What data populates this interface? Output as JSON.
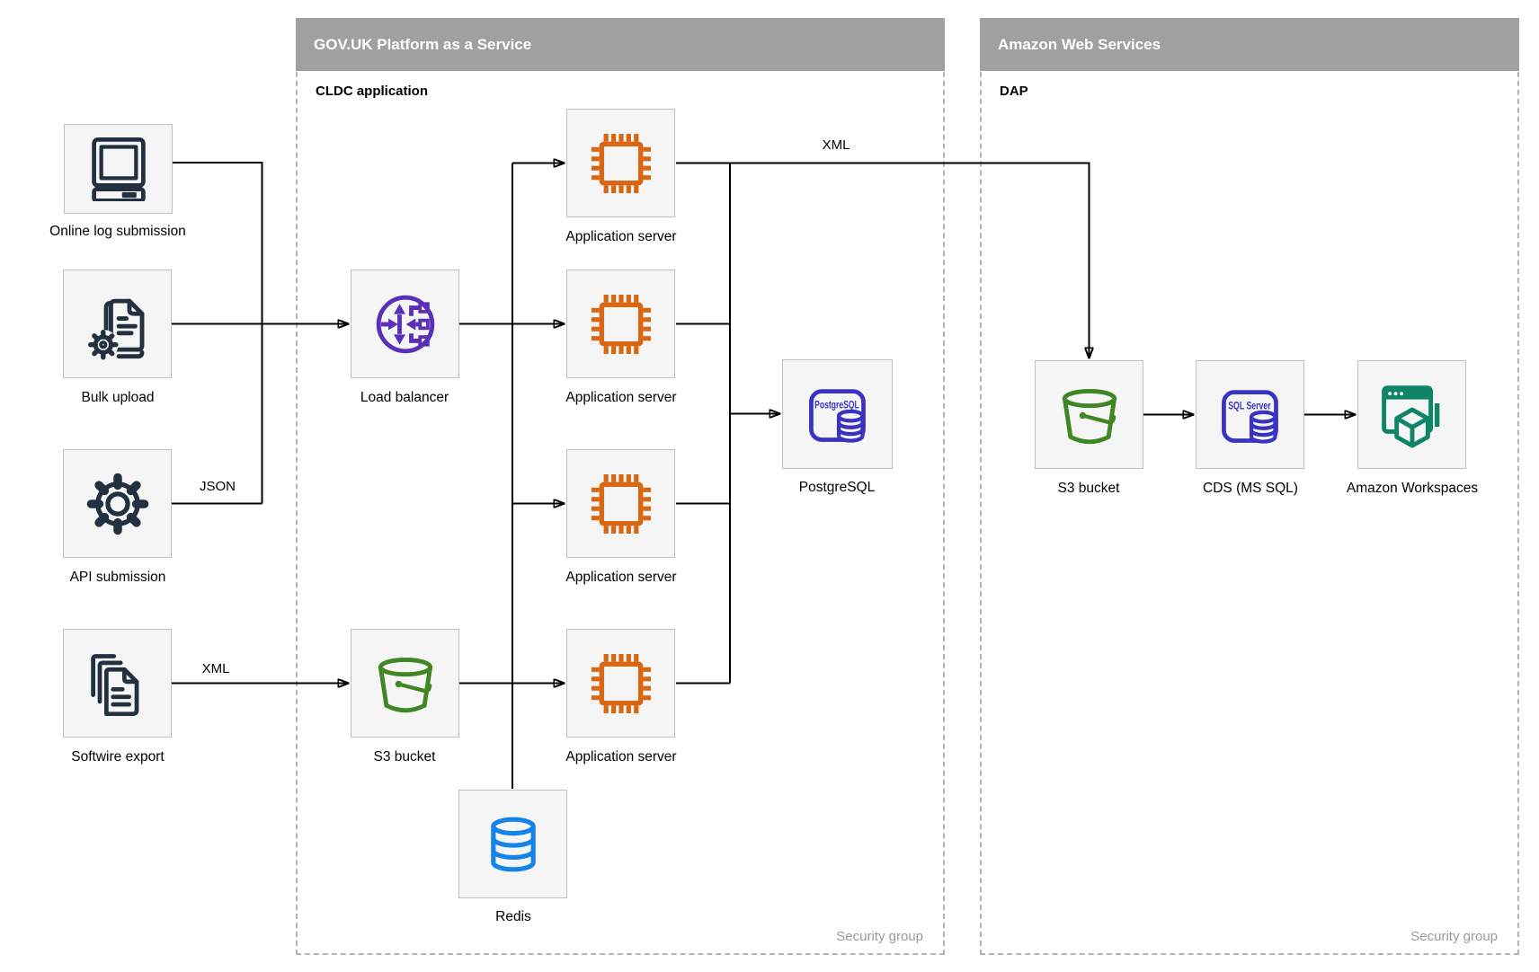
{
  "containers": {
    "paas": {
      "title": "GOV.UK Platform as a Service",
      "sublabel": "CLDC application",
      "footer": "Security group"
    },
    "aws": {
      "title": "Amazon Web Services",
      "sublabel": "DAP",
      "footer": "Security group"
    }
  },
  "nodes": {
    "online_log": {
      "label": "Online log submission",
      "icon": "computer-icon"
    },
    "bulk_upload": {
      "label": "Bulk upload",
      "icon": "document-gear-icon"
    },
    "api_submission": {
      "label": "API submission",
      "icon": "gear-icon"
    },
    "softwire_export": {
      "label": "Softwire export",
      "icon": "documents-stack-icon"
    },
    "load_balancer": {
      "label": "Load balancer",
      "icon": "load-balancer-icon"
    },
    "app_server_1": {
      "label": "Application server",
      "icon": "chip-icon"
    },
    "app_server_2": {
      "label": "Application server",
      "icon": "chip-icon"
    },
    "app_server_3": {
      "label": "Application server",
      "icon": "chip-icon"
    },
    "app_server_4": {
      "label": "Application server",
      "icon": "chip-icon"
    },
    "postgresql": {
      "label": "PostgreSQL",
      "icon": "postgresql-icon"
    },
    "s3_paas": {
      "label": "S3 bucket",
      "icon": "s3-bucket-icon"
    },
    "redis": {
      "label": "Redis",
      "icon": "database-icon"
    },
    "s3_aws": {
      "label": "S3 bucket",
      "icon": "s3-bucket-icon"
    },
    "cds": {
      "label": "CDS (MS SQL)",
      "icon": "sql-server-icon"
    },
    "workspaces": {
      "label": "Amazon Workspaces",
      "icon": "workspaces-icon"
    }
  },
  "edge_labels": {
    "json": "JSON",
    "xml_to_s3": "XML",
    "xml_to_aws": "XML"
  },
  "icon_text": {
    "postgresql": "PostgreSQL",
    "sql_server": "SQL Server"
  },
  "colors": {
    "header_gray": "#a0a0a0",
    "box_fill": "#f5f5f5",
    "box_border": "#c0c0c0",
    "icon_dark_navy": "#22303f",
    "app_server_orange": "#d86613",
    "load_balancer_purple": "#5a30b8",
    "s3_green": "#3f8624",
    "database_indigo": "#3a33c2",
    "workspaces_teal": "#0e8468",
    "redis_blue": "#1583e8",
    "connector_black": "#000000",
    "muted_gray": "#9a9a9a"
  }
}
